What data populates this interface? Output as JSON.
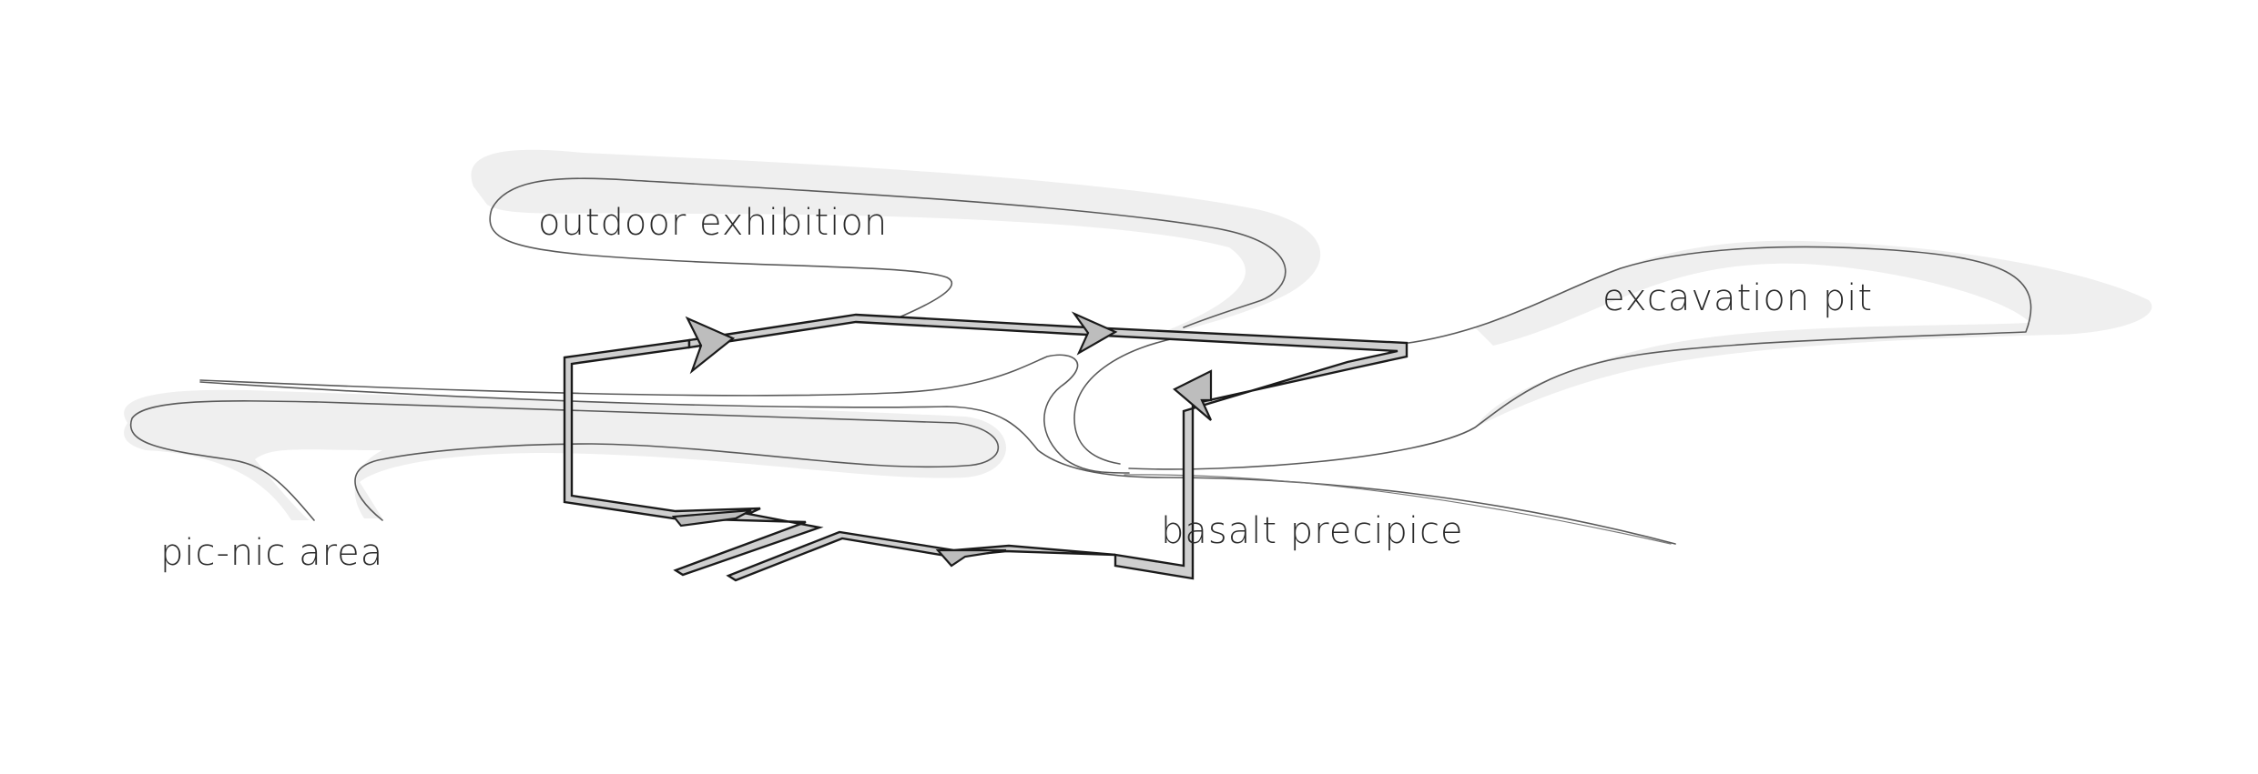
{
  "labels": {
    "outdoor_exhibition": "outdoor exhibition",
    "excavation_pit": "excavation pit",
    "picnic_area": "pic-nic area",
    "basalt_precipice": "basalt precipice"
  },
  "colors": {
    "background": "#ffffff",
    "halo": "#efefef",
    "contour": "#5a5a5a",
    "route_fill": "#cfcfcf",
    "route_stroke": "#1a1a1a",
    "text": "#2b2b2b"
  }
}
